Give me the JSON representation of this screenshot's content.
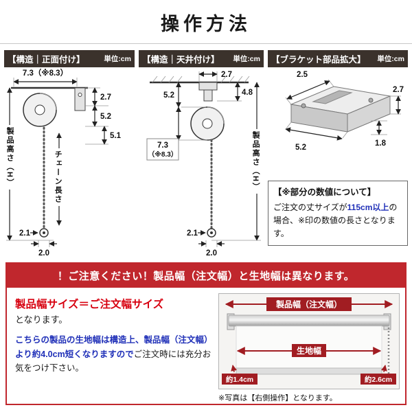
{
  "title": "操作方法",
  "panels": {
    "front": {
      "header": "【構造｜正面付け】",
      "unit": "単位:cm",
      "dims": {
        "depth": "7.3（※8.3）",
        "d27": "2.7",
        "d52": "5.2",
        "d51": "5.1",
        "chain_length": "チェーン長さ",
        "product_height": "製品高さ（H）",
        "d21": "2.1",
        "d20": "2.0"
      }
    },
    "ceiling": {
      "header": "【構造｜天井付け】",
      "unit": "単位:cm",
      "dims": {
        "d27": "2.7",
        "d48": "4.8",
        "d52": "5.2",
        "depth1": "7.3",
        "depth2": "（※8.3）",
        "product_height": "製品高さ（H）",
        "d21": "2.1",
        "d20": "2.0"
      }
    },
    "bracket": {
      "header": "【ブラケット部品拡大】",
      "unit": "単位:cm",
      "dims": {
        "d25": "2.5",
        "d27": "2.7",
        "d52": "5.2",
        "d18": "1.8"
      }
    }
  },
  "note": {
    "title": "【※部分の数値について】",
    "part1": "ご注文の丈サイズが",
    "part2": "115cm以上",
    "part3": "の場合、※印の数値の長さとなります。"
  },
  "caution": {
    "header": "！ご注意ください！製品幅（注文幅）と生地幅は異なります。",
    "lead_red": "製品幅サイズ＝ご注文幅サイズ",
    "lead_black": "となります。",
    "body_blue": "こちらの製品の生地幅は構造上、製品幅（注文幅）より約4.0cm短くなりますので",
    "body_black": "ご注文時には充分お気をつけ下さい。",
    "diagram": {
      "product_width": "製品幅（注文幅）",
      "fabric_width": "生地幅",
      "left_gap": "約1.4cm",
      "right_gap": "約2.6cm",
      "photo_note": "※写真は【右側操作】となります。"
    }
  },
  "colors": {
    "accent_red": "#c0272d",
    "label_red": "#a11d22",
    "text_red": "#d7000f",
    "text_blue": "#2030b8",
    "header_dark": "#3b322c"
  }
}
